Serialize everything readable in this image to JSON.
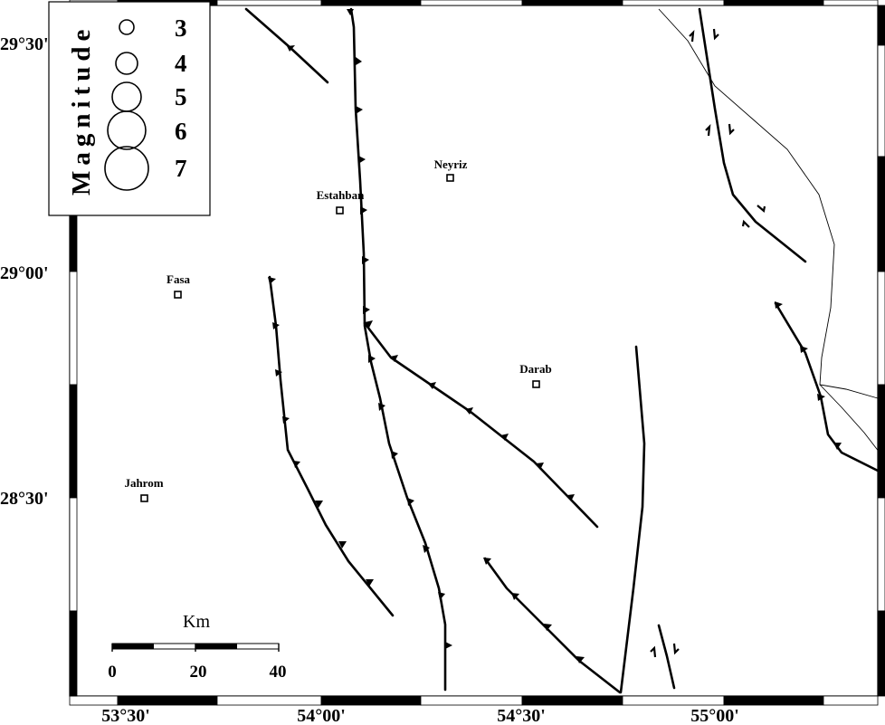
{
  "map": {
    "axes": {
      "lat_labels": [
        "29°30'",
        "29°00'",
        "28°30'"
      ],
      "lon_labels": [
        "53°30'",
        "54°00'",
        "54°30'",
        "55°00'"
      ]
    },
    "cities": [
      {
        "name": "Neyriz"
      },
      {
        "name": "Estahban"
      },
      {
        "name": "Fasa"
      },
      {
        "name": "Darab"
      },
      {
        "name": "Jahrom"
      }
    ],
    "legend": {
      "title": "Magnitude",
      "magnitudes": [
        "3",
        "4",
        "5",
        "6",
        "7"
      ]
    },
    "scale_bar": {
      "unit": "Km",
      "ticks": [
        "0",
        "20",
        "40"
      ]
    },
    "colors": {
      "fault": "#000000",
      "boundary": "#000000",
      "frame_dark": "#000000",
      "frame_light": "#ffffff"
    }
  }
}
